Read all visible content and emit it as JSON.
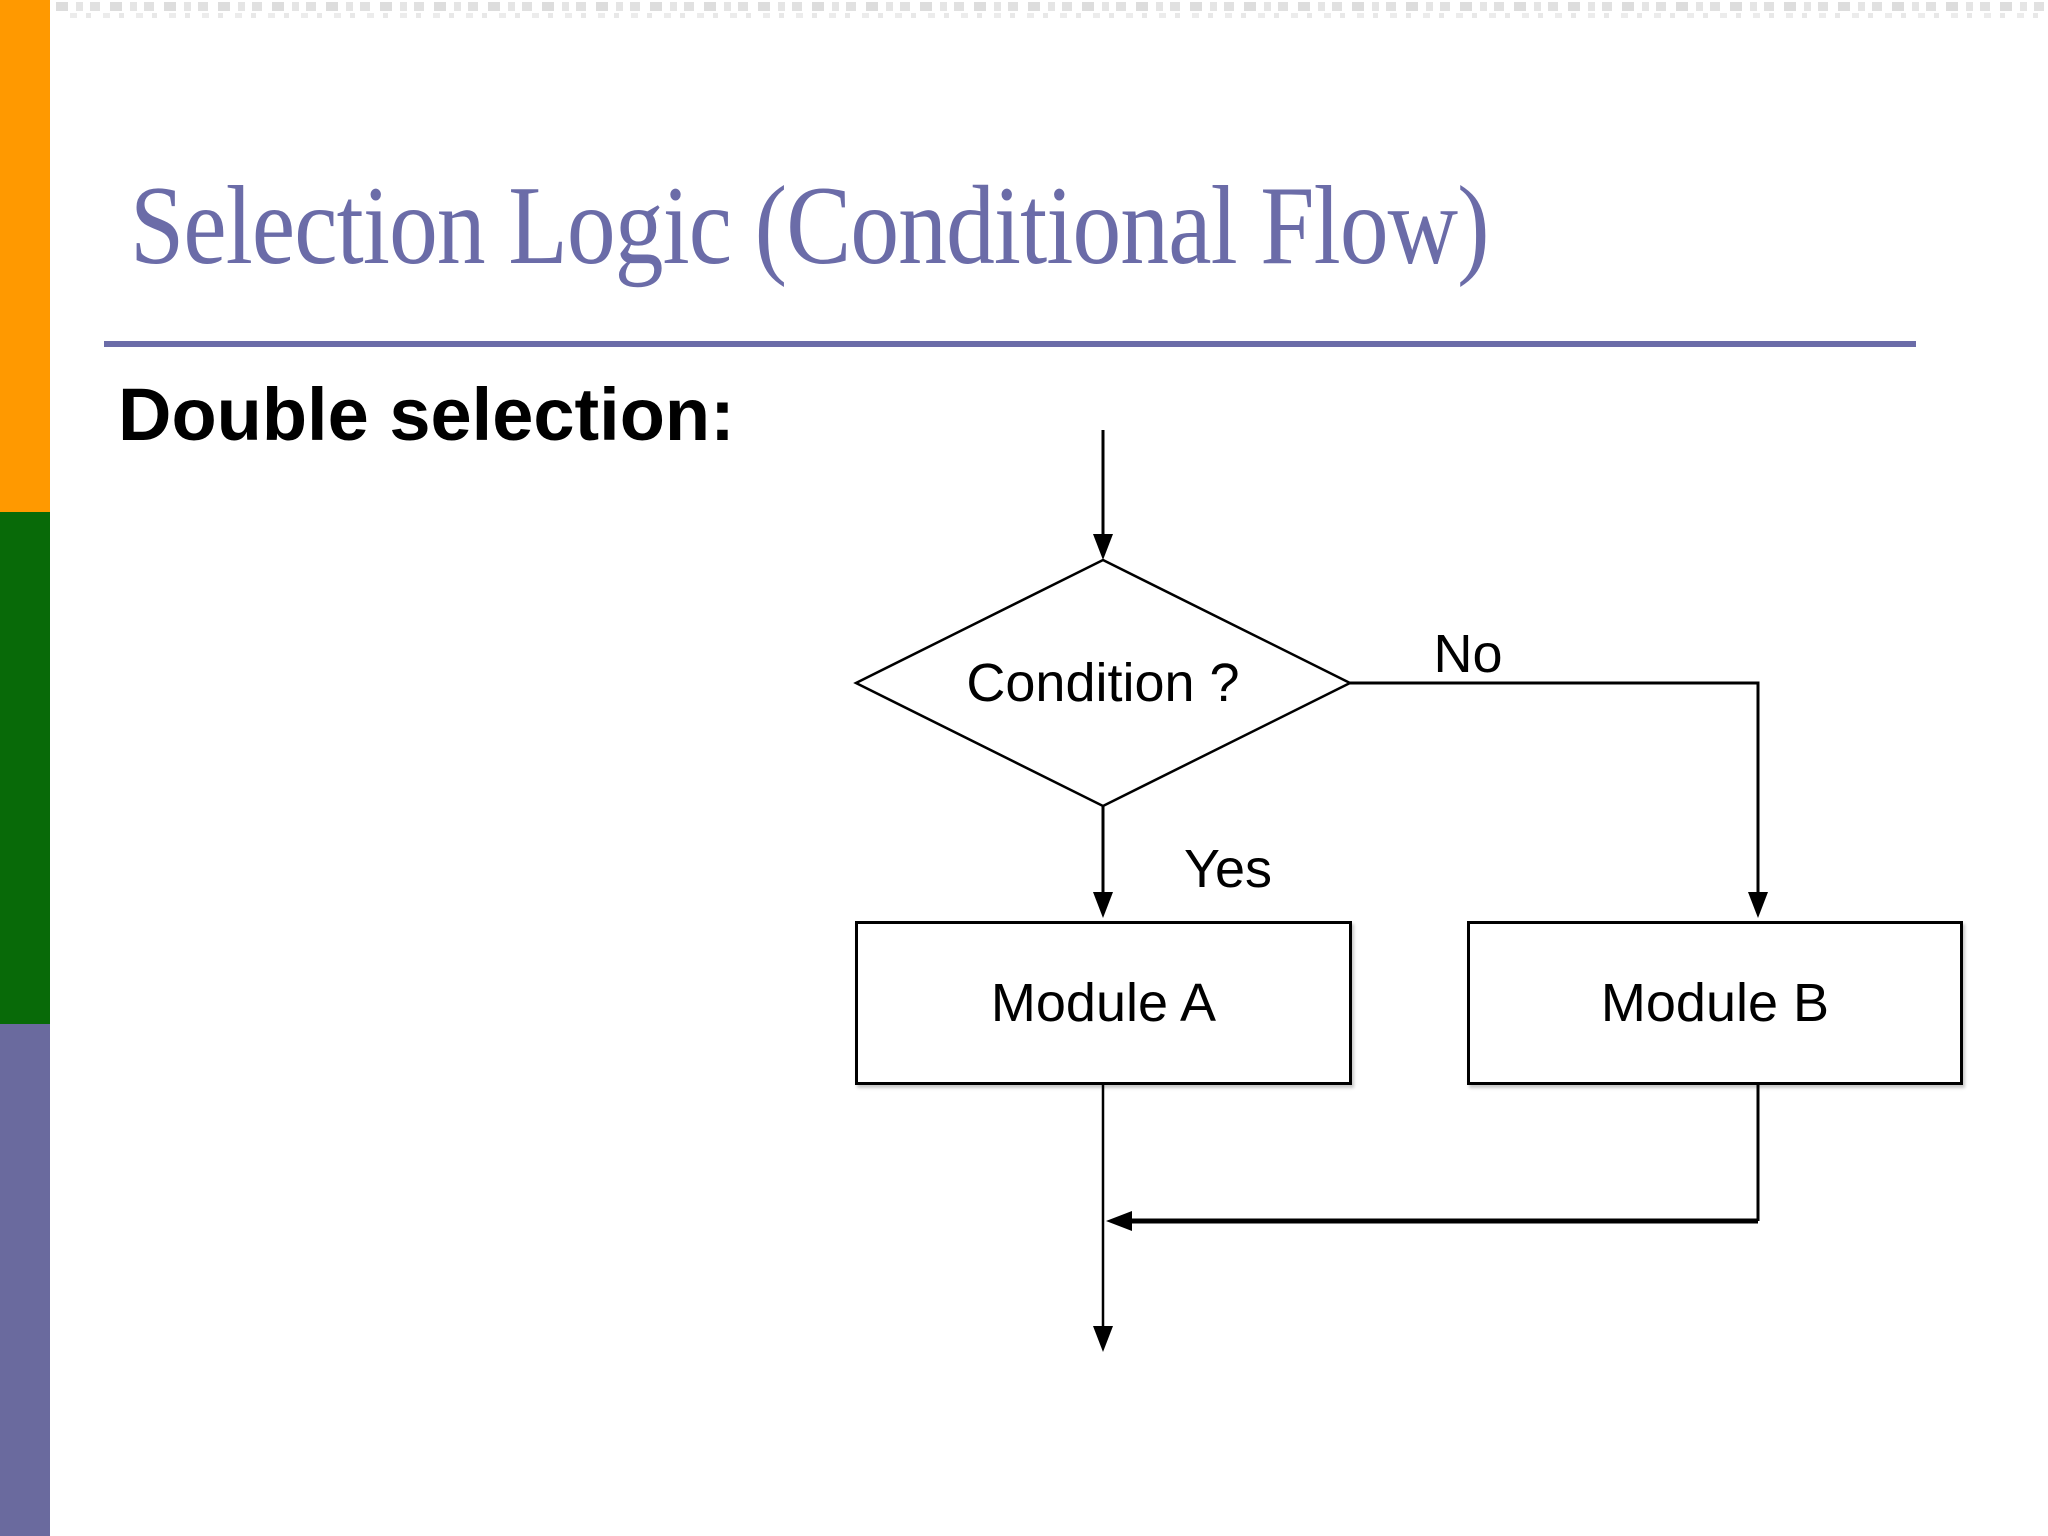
{
  "slide": {
    "title": "Selection Logic (Conditional Flow)",
    "subtitle": "Double selection:"
  },
  "colors": {
    "title_text": "#6B6CA8",
    "title_rule": "#6B6CA8",
    "sidebar_orange": "#FF9900",
    "sidebar_green": "#086A08",
    "sidebar_purple": "#6A6A9E",
    "flow_stroke": "#000000"
  },
  "flowchart": {
    "decision_label": "Condition ?",
    "yes_label": "Yes",
    "no_label": "No",
    "module_a_label": "Module A",
    "module_b_label": "Module B"
  }
}
